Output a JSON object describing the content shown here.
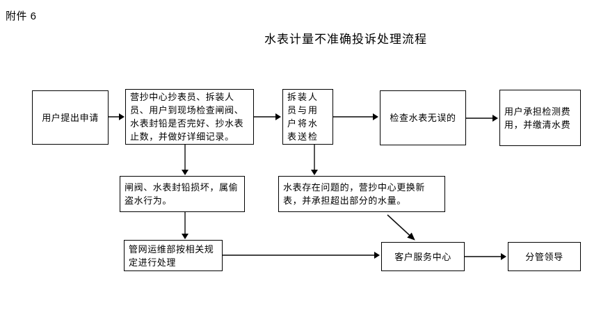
{
  "document": {
    "attachment_label": "附件 6",
    "title": "水表计量不准确投诉处理流程"
  },
  "flowchart": {
    "type": "process-flow",
    "nodes": [
      {
        "id": "apply",
        "label": "用户提出申请"
      },
      {
        "id": "onsite",
        "label": "营抄中心抄表员、拆装人员、用户到现场检查闸阀、水表封铅是否完好、抄水表止数，并做好详细记录。"
      },
      {
        "id": "send",
        "label": "拆装人员与用户将水表送检"
      },
      {
        "id": "check_ok",
        "label": "检查水表无误的"
      },
      {
        "id": "user_fee",
        "label": "用户承担检测费用，并缴清水费"
      },
      {
        "id": "theft",
        "label": "闸阀、水表封铅损坏，属偷盗水行为。"
      },
      {
        "id": "replace",
        "label": "水表存在问题的，营抄中心更换新表，并承担超出部分的水量。"
      },
      {
        "id": "pipeline",
        "label": "管网运维部按相关规定进行处理"
      },
      {
        "id": "service",
        "label": "客户服务中心"
      },
      {
        "id": "leader",
        "label": "分管领导"
      }
    ],
    "edges": [
      {
        "from": "apply",
        "to": "onsite",
        "direction": "right"
      },
      {
        "from": "onsite",
        "to": "send",
        "direction": "right"
      },
      {
        "from": "send",
        "to": "check_ok",
        "direction": "right"
      },
      {
        "from": "check_ok",
        "to": "user_fee",
        "direction": "right"
      },
      {
        "from": "onsite",
        "to": "theft",
        "direction": "down"
      },
      {
        "from": "theft",
        "to": "pipeline",
        "direction": "down"
      },
      {
        "from": "send",
        "to": "replace",
        "direction": "down"
      },
      {
        "from": "replace",
        "to": "service",
        "direction": "diagonal"
      },
      {
        "from": "pipeline",
        "to": "service",
        "direction": "right"
      },
      {
        "from": "service",
        "to": "leader",
        "direction": "right"
      }
    ]
  },
  "colors": {
    "background": "#ffffff",
    "text": "#000000",
    "border": "#000000",
    "connector": "#444444"
  }
}
